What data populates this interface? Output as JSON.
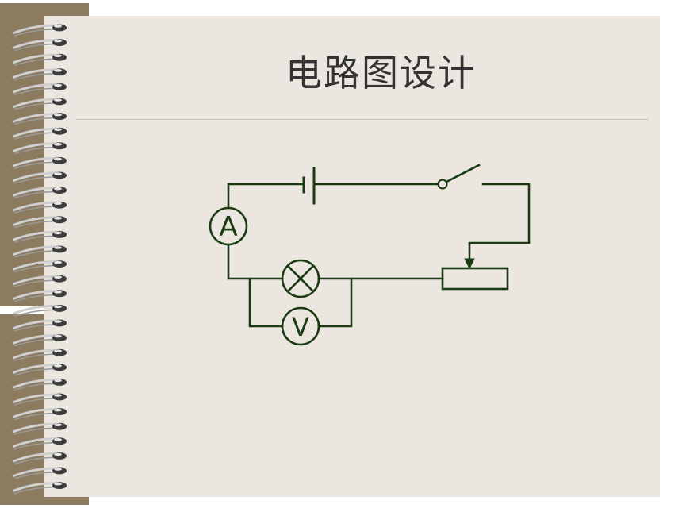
{
  "slide": {
    "title": "电路图设计"
  },
  "circuit": {
    "ammeter_symbol": "A",
    "voltmeter_symbol": "V",
    "wire_color": "#1c3a12"
  }
}
